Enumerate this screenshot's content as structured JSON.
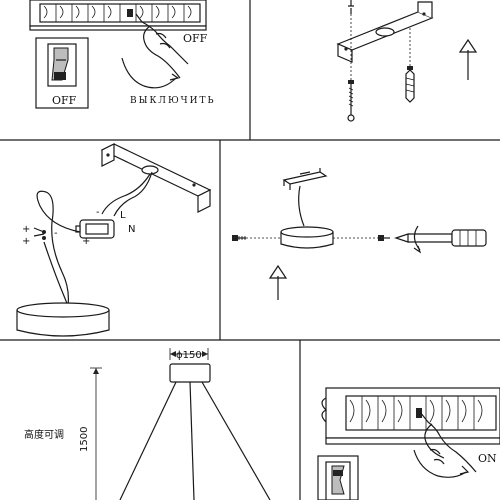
{
  "panel1": {
    "switch_label": "OFF",
    "hand_label": "OFF",
    "caption": "ВЫКЛЮЧИТЬ"
  },
  "panel3": {
    "terminal_left": "L",
    "terminal_right": "N",
    "polarity_plus": "+",
    "polarity_minus": "-"
  },
  "panel5": {
    "diameter_label": "ϕ150",
    "height_label": "1500",
    "adjustable_label": "高度可调"
  },
  "panel6": {
    "hand_label": "ON"
  }
}
